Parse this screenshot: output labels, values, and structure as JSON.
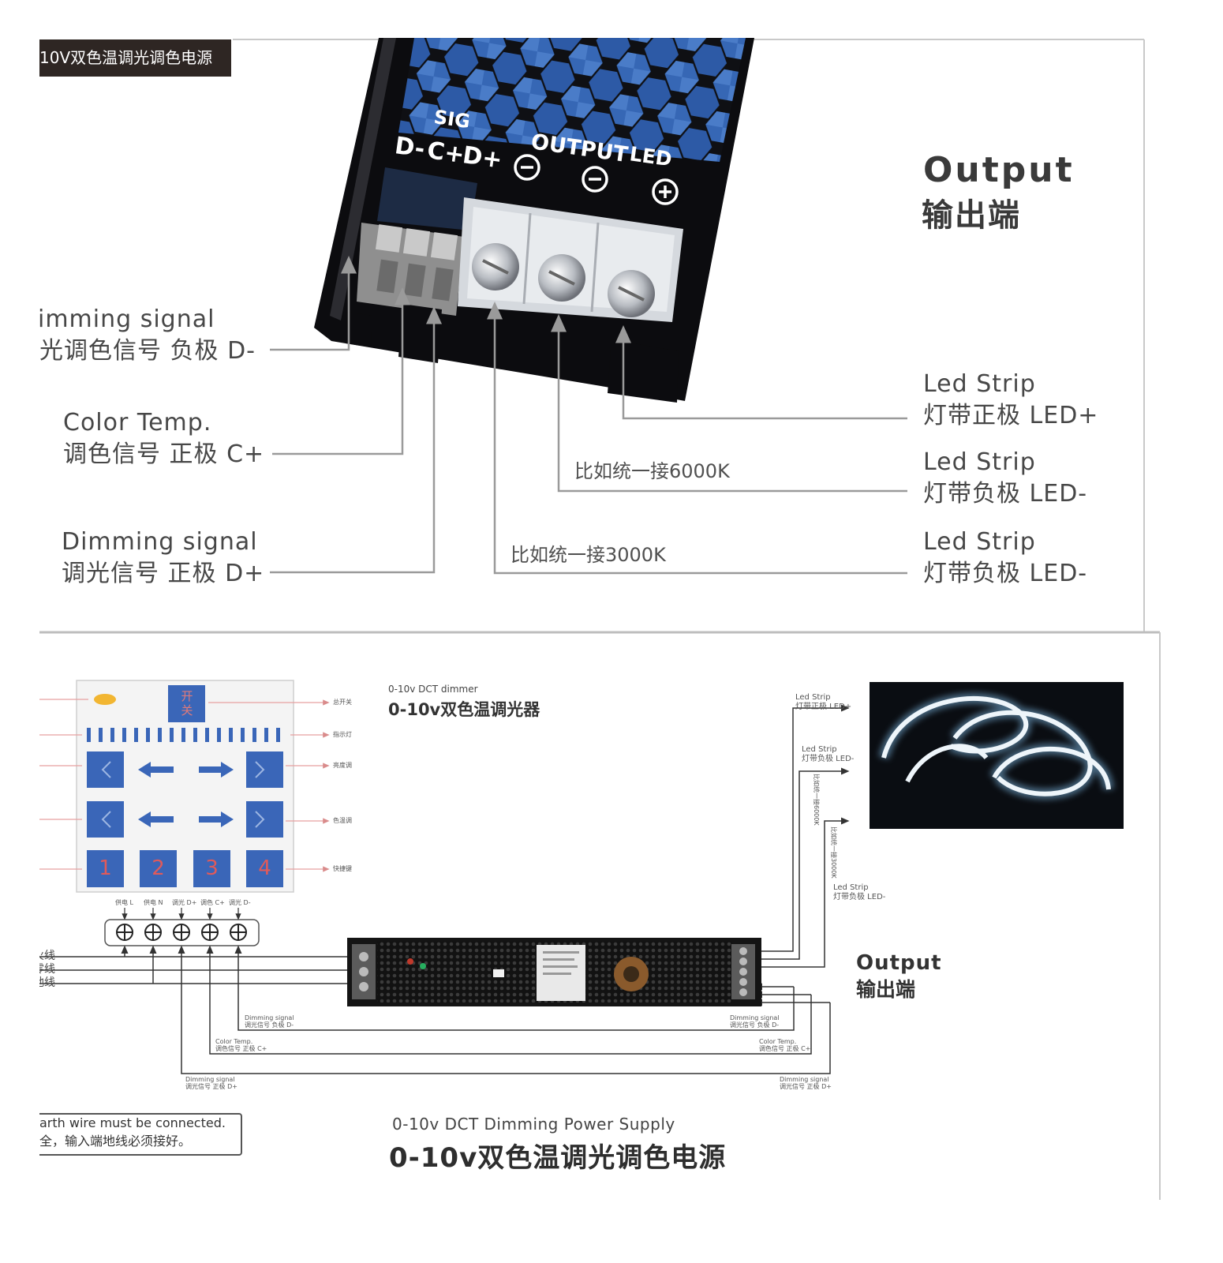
{
  "top": {
    "badge": "10V双色温调光调色电源",
    "device_labels": {
      "sig": "SIG",
      "d_minus": "D-",
      "c_plus": "C+",
      "d_plus": "D+",
      "output": "OUTPUT",
      "led": "LED"
    },
    "output_title": "Output",
    "output_subtitle": "输出端",
    "left_labels": [
      {
        "en": "imming signal",
        "cn": "光调色信号 负极 D-"
      },
      {
        "en": "Color Temp.",
        "cn": "调色信号 正极 C+"
      },
      {
        "en": "Dimming signal",
        "cn": "调光信号 正极 D+"
      }
    ],
    "right_labels": [
      {
        "en": "Led Strip",
        "cn": "灯带正极 LED+"
      },
      {
        "en": "Led Strip",
        "cn": "灯带负极 LED-"
      },
      {
        "en": "Led Strip",
        "cn": "灯带负极 LED-"
      }
    ],
    "notes": [
      "比如统一接6000K",
      "比如统一接3000K"
    ]
  },
  "bottom": {
    "dimmer": {
      "en": "0-10v DCT dimmer",
      "cn": "0-10v双色温调光器"
    },
    "remote": {
      "power_key": "开关",
      "number_keys": [
        "1",
        "2",
        "3",
        "4"
      ],
      "side_labels": [
        "总开关",
        "指示灯",
        "亮度调",
        "色温调",
        "快捷键"
      ],
      "terminal_labels": [
        "供电 L",
        "供电 N",
        "调光 D+",
        "调色 C+",
        "调光 D-"
      ]
    },
    "input_wires": [
      "火线",
      "零线",
      "地线"
    ],
    "led_labels": [
      {
        "en": "Led Strip",
        "cn": "灯带正极 LED+"
      },
      {
        "en": "Led Strip",
        "cn": "灯带负极 LED-"
      },
      {
        "en": "Led Strip",
        "cn": "灯带负极 LED-"
      }
    ],
    "vertical_notes": [
      "比如统一接6000K",
      "比如统一接3000K"
    ],
    "output_title": "Output",
    "output_subtitle": "输出端",
    "signal_labels": [
      {
        "en": "Dimming signal",
        "cn": "调光信号 负极 D-"
      },
      {
        "en": "Color Temp.",
        "cn": "调色信号 正极 C+"
      },
      {
        "en": "Dimming signal",
        "cn": "调光信号 正极 D+"
      }
    ],
    "warning": {
      "en": "arth wire must be connected.",
      "cn": "全，输入端地线必须接好。"
    },
    "product": {
      "en": "0-10v DCT Dimming Power Supply",
      "cn": "0-10v双色温调光调色电源"
    }
  },
  "colors": {
    "badge-bg": "#2e2623",
    "leader": "#9a9a9a",
    "key": "#3a66b8",
    "remote-line": "#e6a0a0",
    "key-num": "#e05a5a",
    "body": "#0c0c0f",
    "honey": "#2d5aa6"
  },
  "icons": [
    "circled-minus-icon",
    "circled-plus-icon",
    "arrow-left-icon",
    "arrow-right-icon",
    "double-chevron-left-icon",
    "double-chevron-right-icon",
    "terminal-screw-icon",
    "indicator-led-icon"
  ]
}
